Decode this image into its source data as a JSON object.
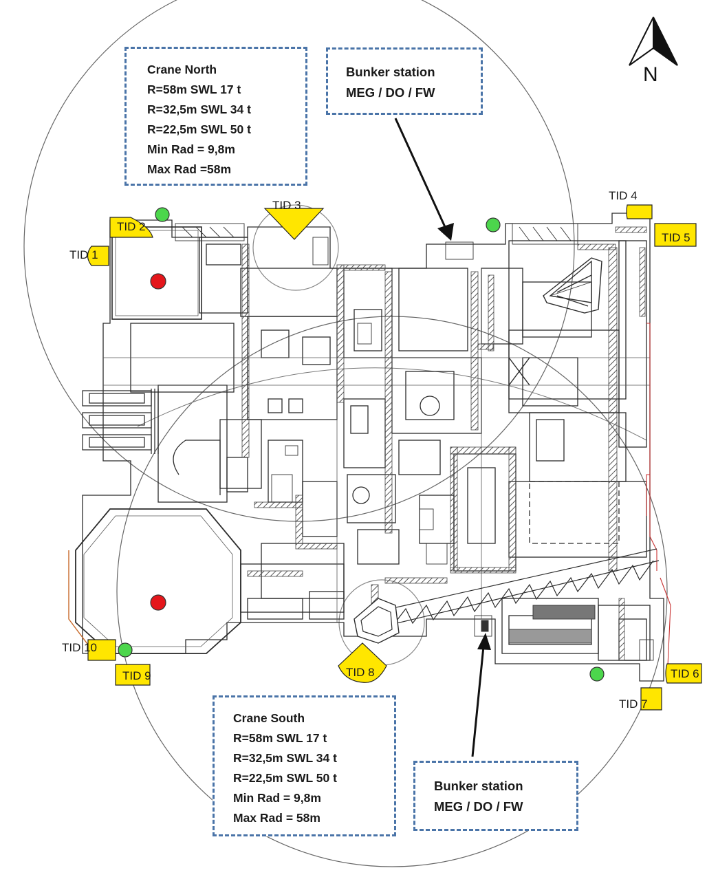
{
  "colors": {
    "box_border": "#4a74a8",
    "tid_marker": "#ffe600",
    "lift_point_red": "#e4161b",
    "lift_point_green": "#4cd64c",
    "drawing_line": "#2b2b2b",
    "hatch_fill": "#9a9a9a"
  },
  "compass": {
    "letter": "N",
    "icon": "north-arrow-icon"
  },
  "crane_north": {
    "lines": [
      "Crane North",
      "R=58m SWL 17 t",
      "R=32,5m SWL 34 t",
      "R=22,5m SWL 50 t",
      "Min Rad = 9,8m",
      "Max Rad =58m"
    ]
  },
  "crane_south": {
    "lines": [
      "Crane South",
      "R=58m SWL 17 t",
      "R=32,5m SWL 34 t",
      "R=22,5m SWL 50 t",
      "Min Rad = 9,8m",
      "Max Rad = 58m"
    ]
  },
  "bunker_north": {
    "lines": [
      "Bunker station",
      "MEG / DO / FW"
    ]
  },
  "bunker_south": {
    "lines": [
      "Bunker station",
      "MEG / DO / FW"
    ]
  },
  "tids": [
    "TID 1",
    "TID 2",
    "TID 3",
    "TID 4",
    "TID 5",
    "TID 6",
    "TID 7",
    "TID 8",
    "TID 9",
    "TID 10"
  ]
}
